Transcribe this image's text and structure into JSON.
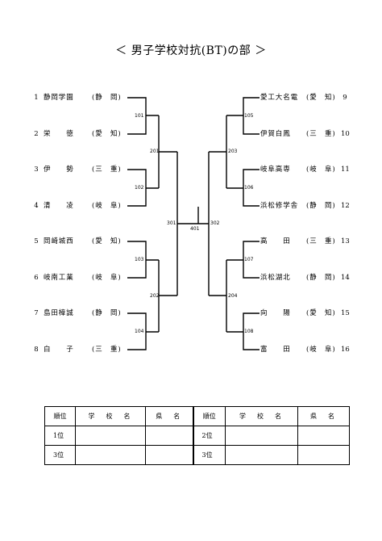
{
  "title": "＜ 男子学校対抗(BT)の部 ＞",
  "left_teams": [
    {
      "num": "1",
      "name": "静岡学園",
      "pref": "(静　岡)"
    },
    {
      "num": "2",
      "name": "栄　　徳",
      "pref": "(愛　知)"
    },
    {
      "num": "3",
      "name": "伊　　勢",
      "pref": "(三　重)"
    },
    {
      "num": "4",
      "name": "清　　凌",
      "pref": "(岐　阜)"
    },
    {
      "num": "5",
      "name": "岡崎城西",
      "pref": "(愛　知)"
    },
    {
      "num": "6",
      "name": "岐南工業",
      "pref": "(岐　阜)"
    },
    {
      "num": "7",
      "name": "島田樟誠",
      "pref": "(静　岡)"
    },
    {
      "num": "8",
      "name": "白　　子",
      "pref": "(三　重)"
    }
  ],
  "right_teams": [
    {
      "num": "9",
      "name": "愛工大名電",
      "pref": "(愛　知)"
    },
    {
      "num": "10",
      "name": "伊賀白鳳",
      "pref": "(三　重)"
    },
    {
      "num": "11",
      "name": "岐阜高専",
      "pref": "(岐　阜)"
    },
    {
      "num": "12",
      "name": "浜松修学舎",
      "pref": "(静　岡)"
    },
    {
      "num": "13",
      "name": "高　　田",
      "pref": "(三　重)"
    },
    {
      "num": "14",
      "name": "浜松湖北",
      "pref": "(静　岡)"
    },
    {
      "num": "15",
      "name": "向　　陽",
      "pref": "(愛　知)"
    },
    {
      "num": "16",
      "name": "富　　田",
      "pref": "(岐　阜)"
    }
  ],
  "match_numbers": {
    "m101": "101",
    "m102": "102",
    "m103": "103",
    "m104": "104",
    "m105": "105",
    "m106": "106",
    "m107": "107",
    "m108": "108",
    "m201": "201",
    "m202": "202",
    "m203": "203",
    "m204": "204",
    "m301": "301",
    "m302": "302",
    "m401": "401"
  },
  "results_table": {
    "header": [
      "順位",
      "学　校　名",
      "県　名",
      "順位",
      "学　校　名",
      "県　名"
    ],
    "rows": [
      [
        "1位",
        "",
        "",
        "2位",
        "",
        ""
      ],
      [
        "3位",
        "",
        "",
        "3位",
        "",
        ""
      ]
    ]
  }
}
